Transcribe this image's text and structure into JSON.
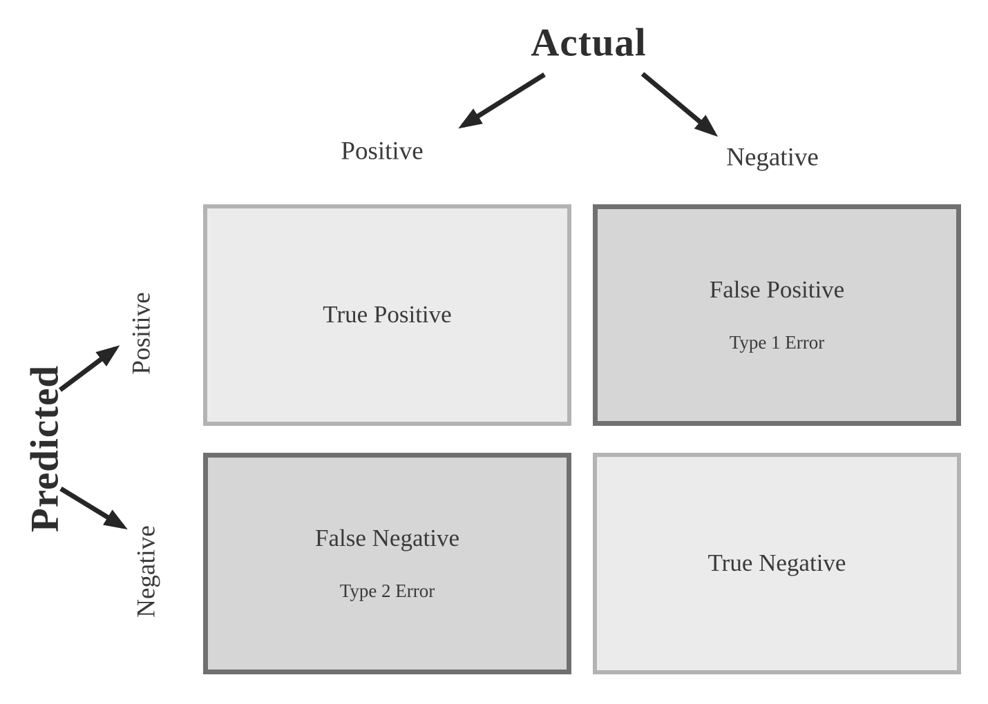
{
  "diagram": {
    "type": "confusion-matrix",
    "axis_top": {
      "label": "Actual",
      "columns": [
        {
          "label": "Positive"
        },
        {
          "label": "Negative"
        }
      ]
    },
    "axis_left": {
      "label": "Predicted",
      "rows": [
        {
          "label": "Positive"
        },
        {
          "label": "Negative"
        }
      ]
    },
    "cells": [
      {
        "id": "true-positive",
        "row": "Positive",
        "column": "Positive",
        "title": "True Positive",
        "subtitle": "",
        "variant": "light"
      },
      {
        "id": "false-positive",
        "row": "Positive",
        "column": "Negative",
        "title": "False Positive",
        "subtitle": "Type 1 Error",
        "variant": "dark"
      },
      {
        "id": "false-negative",
        "row": "Negative",
        "column": "Positive",
        "title": "False Negative",
        "subtitle": "Type 2 Error",
        "variant": "dark"
      },
      {
        "id": "true-negative",
        "row": "Negative",
        "column": "Negative",
        "title": "True Negative",
        "subtitle": "",
        "variant": "light"
      }
    ],
    "icons": [
      {
        "name": "actual-to-positive-arrow"
      },
      {
        "name": "actual-to-negative-arrow"
      },
      {
        "name": "predicted-to-positive-arrow"
      },
      {
        "name": "predicted-to-negative-arrow"
      }
    ],
    "colors": {
      "background": "#ffffff",
      "light_fill": "#ebebeb",
      "light_border": "#b3b3b3",
      "dark_fill": "#d6d6d6",
      "dark_border": "#707070",
      "text": "#3a3a3a",
      "heading_text": "#2e2e2e",
      "arrow": "#262626"
    }
  }
}
